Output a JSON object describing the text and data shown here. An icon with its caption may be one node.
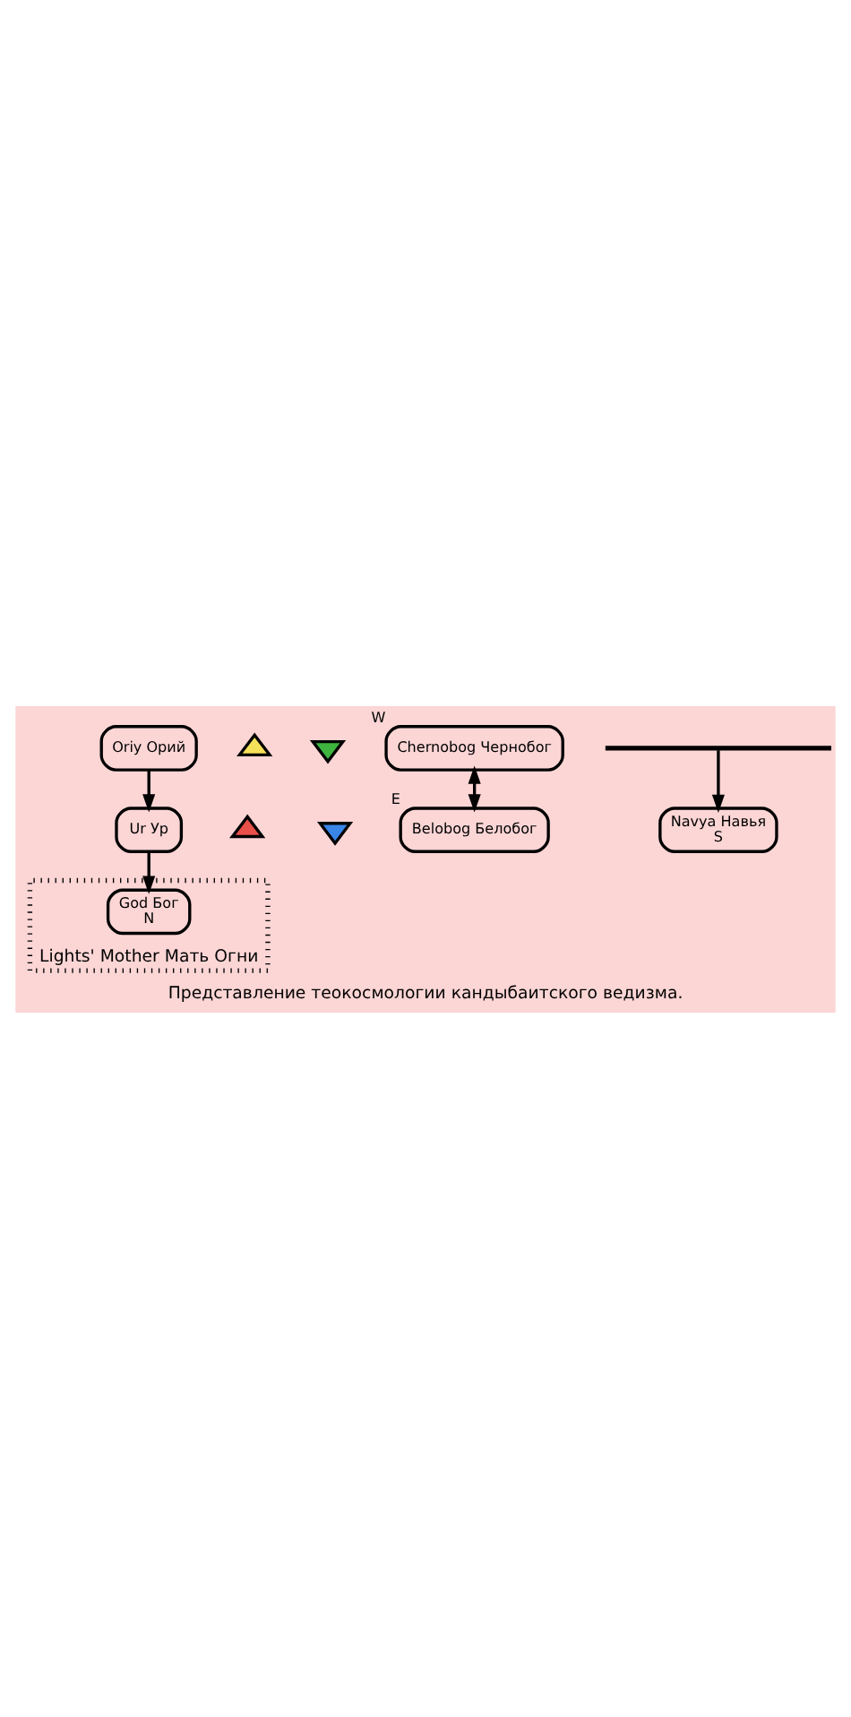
{
  "diagram": {
    "caption": "Представление теокосмологии кандыбаитского ведизма.",
    "nodes": [
      {
        "text": [
          "Lights' Mother Мать Огни"
        ]
      },
      {
        "text": [
          "God Бог",
          "N"
        ],
        "in": 0
      },
      {
        "text": [
          "Ur Ур"
        ]
      },
      {
        "text": [],
        "shape": "triangle"
      },
      {
        "text": [],
        "shape": "triangle"
      },
      {
        "text": [],
        "shape": "triangle"
      },
      {
        "text": [],
        "shape": "triangle"
      },
      {
        "text": [
          "Belobog Белобог"
        ],
        "beside": [
          "E"
        ]
      },
      {
        "text": [
          "Oriy Орий"
        ]
      },
      {
        "text": [
          "Chernobog Чернобог"
        ],
        "beside": [
          "W"
        ]
      },
      {
        "text": [],
        "shape": "bar"
      },
      {
        "text": [
          "Navya Навья",
          "S"
        ]
      }
    ],
    "edges": [
      {
        "from": 2,
        "to": 1,
        "arrow": "to"
      },
      {
        "from": 8,
        "to": 2,
        "arrow": "to"
      },
      {
        "from": 9,
        "to": 7,
        "arrow": "both"
      },
      {
        "from": 10,
        "to": 11,
        "arrow": "to"
      }
    ]
  }
}
